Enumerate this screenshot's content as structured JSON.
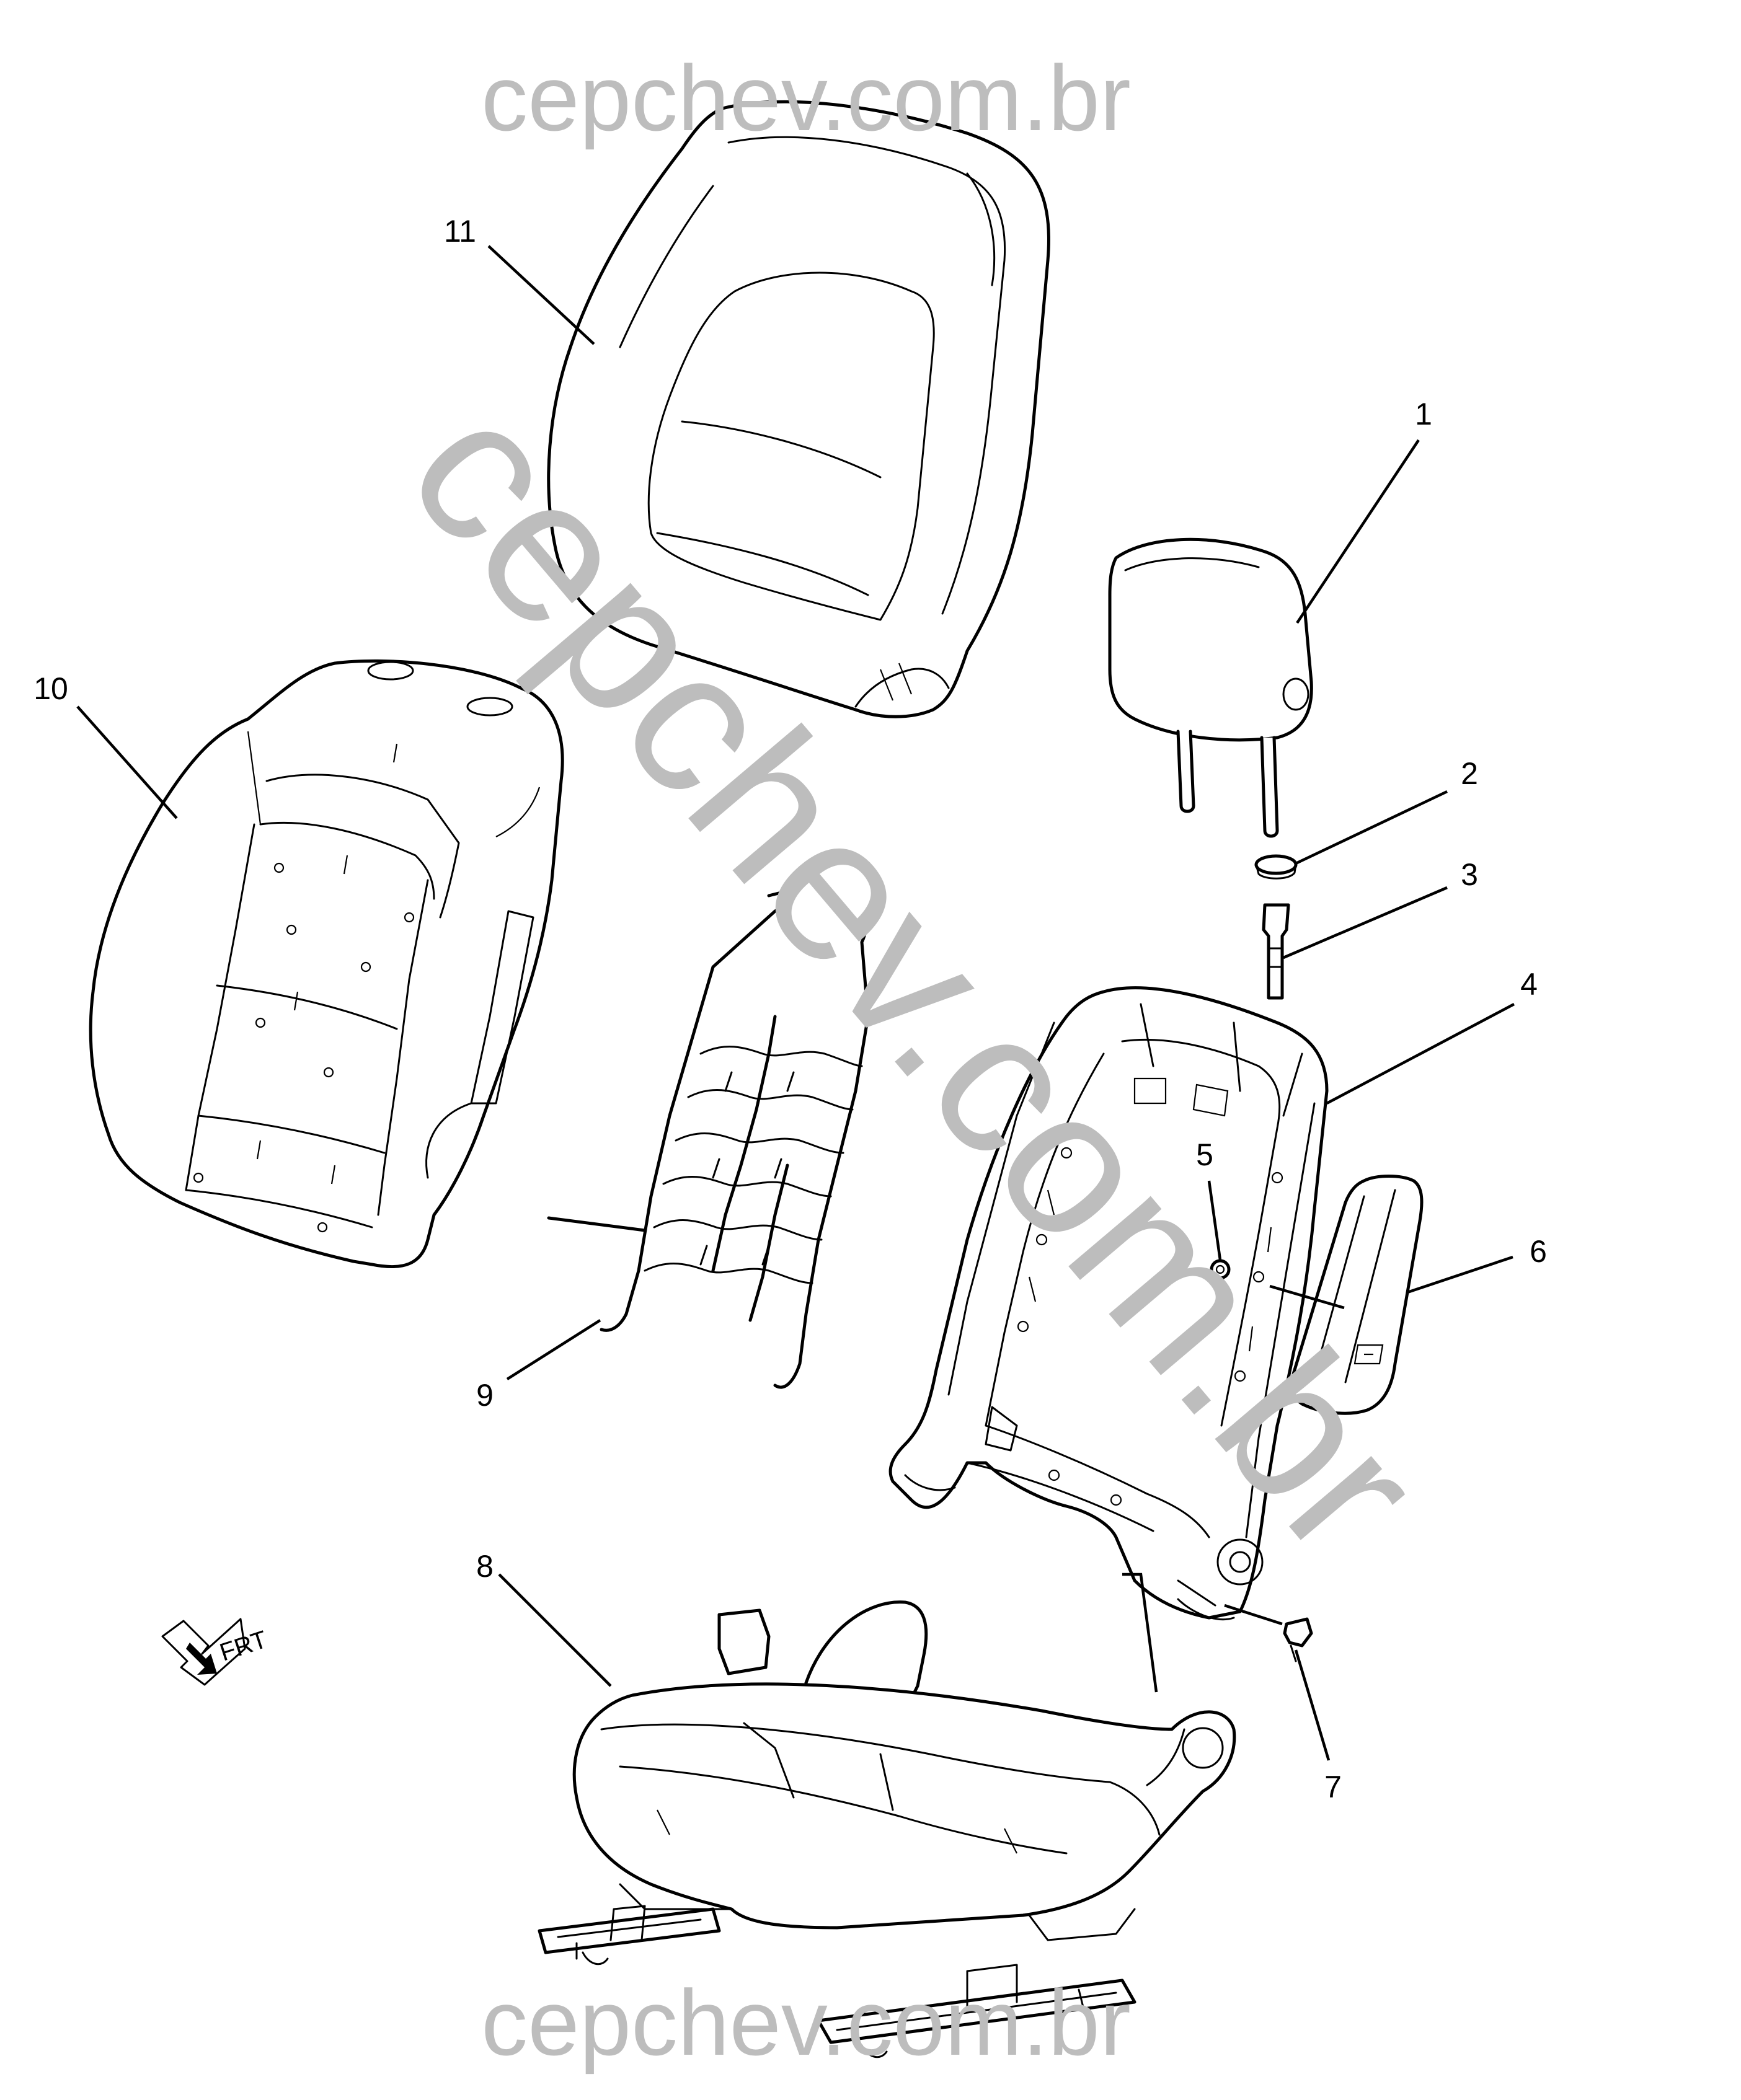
{
  "watermark": {
    "top": "cepchev.com.br",
    "bottom": "cepchev.com.br",
    "diagonal": "cepchev.com.br",
    "color": "#bdbdbd"
  },
  "orientation": {
    "label": "FRT",
    "icon": "front-arrow-icon"
  },
  "callouts": [
    "1",
    "2",
    "3",
    "4",
    "5",
    "6",
    "7",
    "8",
    "9",
    "10",
    "11"
  ]
}
